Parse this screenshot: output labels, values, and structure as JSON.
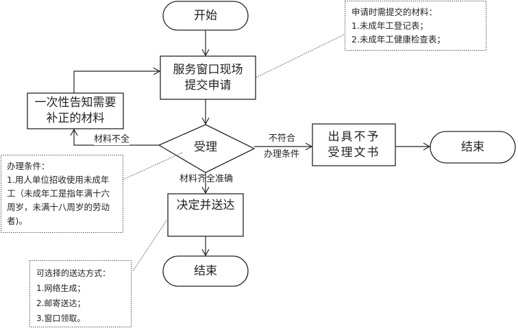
{
  "nodes": {
    "start": "开始",
    "submit": "服务窗口现场提交申请",
    "correction": "一次性告知需要补正的材料",
    "accept": "受理",
    "reject": "出具不予受理文书",
    "end_right": "结束",
    "decide": "决定并送达",
    "end_bottom": "结束"
  },
  "edges": {
    "incomplete": "材料不全",
    "not_qualified_line1": "不符合",
    "not_qualified_line2": "办理条件",
    "complete": "材料齐全准确"
  },
  "notes": {
    "materials": {
      "title": "申请时需提交的材料：",
      "items": [
        "1.未成年工登记表；",
        "2.未成年工健康检查表；"
      ]
    },
    "conditions": {
      "title": "办理条件：",
      "body": "1.用人单位招收使用未成年工（未成年工是指年满十六周岁，未满十八周岁的劳动者)。"
    },
    "delivery": {
      "title": "可选择的送达方式：",
      "items": [
        "1.网络生成；",
        "2.邮寄送达；",
        "3.窗口领取。"
      ]
    }
  }
}
